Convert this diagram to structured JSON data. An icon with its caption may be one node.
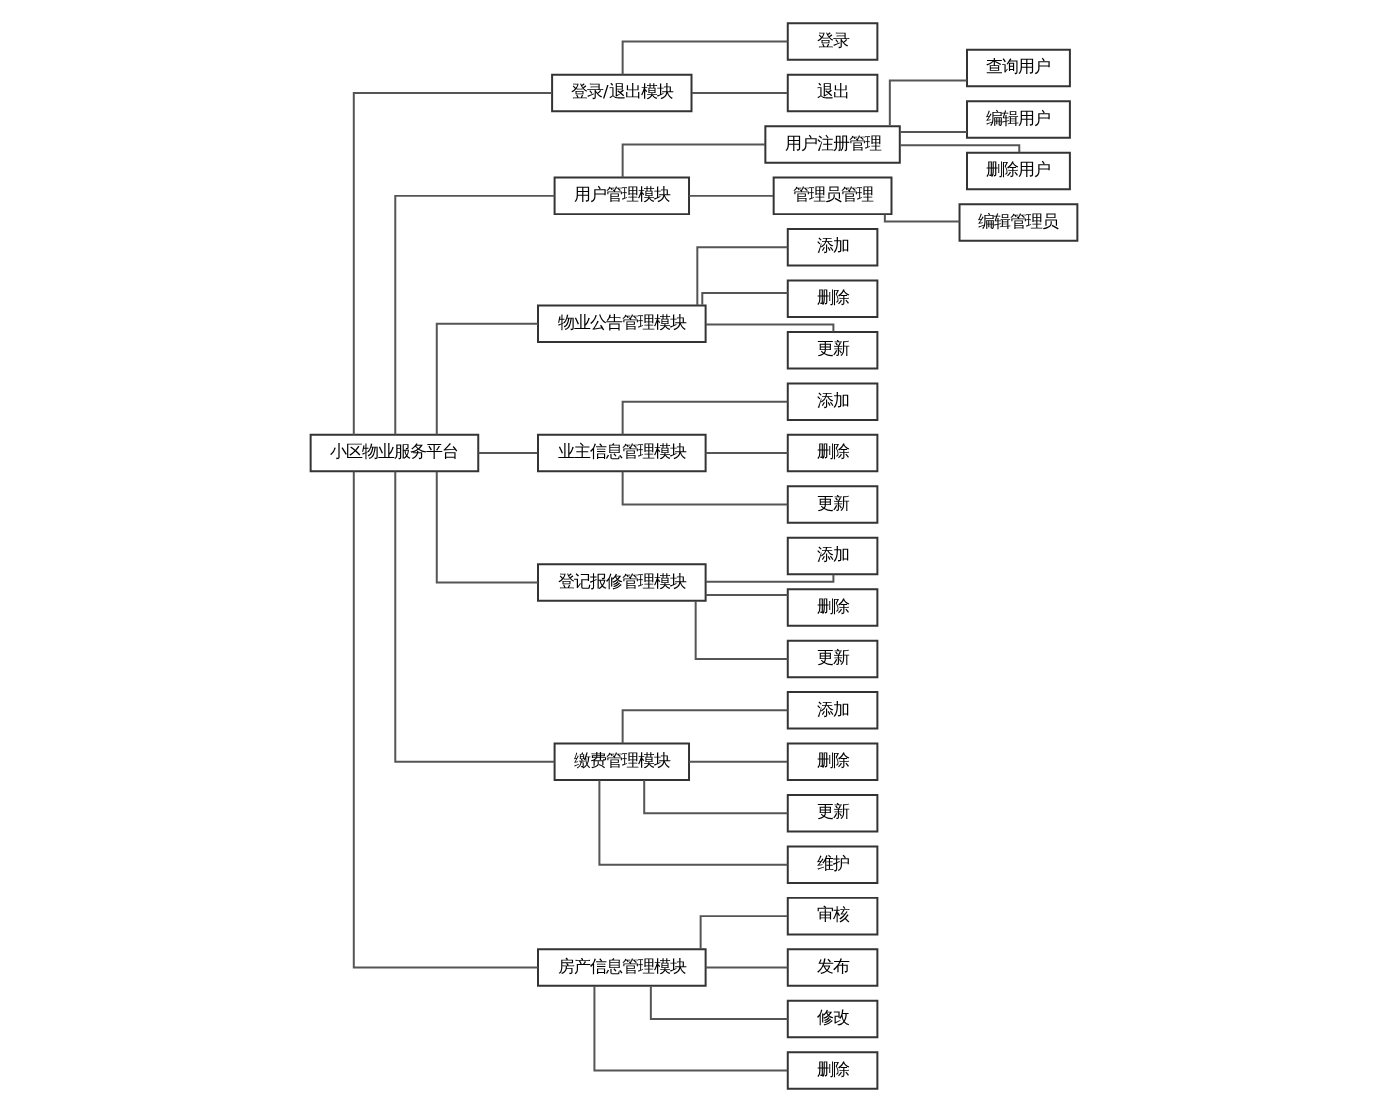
{
  "diagram": {
    "nodes": [
      {
        "text": [
          "小区物业服务平台"
        ]
      },
      {
        "text": [
          "登录/退出模块"
        ]
      },
      {
        "text": [
          "登录"
        ]
      },
      {
        "text": [
          "退出"
        ]
      },
      {
        "text": [
          "用户管理模块"
        ]
      },
      {
        "text": [
          "用户注册管理"
        ]
      },
      {
        "text": [
          "查询用户"
        ]
      },
      {
        "text": [
          "编辑用户"
        ]
      },
      {
        "text": [
          "删除用户"
        ]
      },
      {
        "text": [
          "管理员管理"
        ]
      },
      {
        "text": [
          "编辑管理员"
        ]
      },
      {
        "text": [
          "物业公告管理模块"
        ]
      },
      {
        "text": [
          "添加"
        ]
      },
      {
        "text": [
          "删除"
        ]
      },
      {
        "text": [
          "更新"
        ]
      },
      {
        "text": [
          "业主信息管理模块"
        ]
      },
      {
        "text": [
          "添加"
        ]
      },
      {
        "text": [
          "删除"
        ]
      },
      {
        "text": [
          "更新"
        ]
      },
      {
        "text": [
          "登记报修管理模块"
        ]
      },
      {
        "text": [
          "添加"
        ]
      },
      {
        "text": [
          "删除"
        ]
      },
      {
        "text": [
          "更新"
        ]
      },
      {
        "text": [
          "缴费管理模块"
        ]
      },
      {
        "text": [
          "添加"
        ]
      },
      {
        "text": [
          "删除"
        ]
      },
      {
        "text": [
          "更新"
        ]
      },
      {
        "text": [
          "维护"
        ]
      },
      {
        "text": [
          "房产信息管理模块"
        ]
      },
      {
        "text": [
          "审核"
        ]
      },
      {
        "text": [
          "发布"
        ]
      },
      {
        "text": [
          "修改"
        ]
      },
      {
        "text": [
          "删除"
        ]
      }
    ],
    "edges": [
      {
        "from": 0,
        "to": 1,
        "arrow": "none"
      },
      {
        "from": 1,
        "to": 2,
        "arrow": "none"
      },
      {
        "from": 1,
        "to": 3,
        "arrow": "none"
      },
      {
        "from": 0,
        "to": 4,
        "arrow": "none"
      },
      {
        "from": 4,
        "to": 5,
        "arrow": "none"
      },
      {
        "from": 5,
        "to": 6,
        "arrow": "none"
      },
      {
        "from": 5,
        "to": 7,
        "arrow": "none"
      },
      {
        "from": 5,
        "to": 8,
        "arrow": "none"
      },
      {
        "from": 4,
        "to": 9,
        "arrow": "none"
      },
      {
        "from": 9,
        "to": 10,
        "arrow": "none"
      },
      {
        "from": 0,
        "to": 11,
        "arrow": "none"
      },
      {
        "from": 11,
        "to": 12,
        "arrow": "none"
      },
      {
        "from": 11,
        "to": 13,
        "arrow": "none"
      },
      {
        "from": 11,
        "to": 14,
        "arrow": "none"
      },
      {
        "from": 0,
        "to": 15,
        "arrow": "none"
      },
      {
        "from": 15,
        "to": 16,
        "arrow": "none"
      },
      {
        "from": 15,
        "to": 17,
        "arrow": "none"
      },
      {
        "from": 15,
        "to": 18,
        "arrow": "none"
      },
      {
        "from": 0,
        "to": 19,
        "arrow": "none"
      },
      {
        "from": 19,
        "to": 20,
        "arrow": "none"
      },
      {
        "from": 19,
        "to": 21,
        "arrow": "none"
      },
      {
        "from": 19,
        "to": 22,
        "arrow": "none"
      },
      {
        "from": 0,
        "to": 23,
        "arrow": "none"
      },
      {
        "from": 23,
        "to": 24,
        "arrow": "none"
      },
      {
        "from": 23,
        "to": 25,
        "arrow": "none"
      },
      {
        "from": 23,
        "to": 26,
        "arrow": "none"
      },
      {
        "from": 23,
        "to": 27,
        "arrow": "none"
      },
      {
        "from": 0,
        "to": 28,
        "arrow": "none"
      },
      {
        "from": 28,
        "to": 29,
        "arrow": "none"
      },
      {
        "from": 28,
        "to": 30,
        "arrow": "none"
      },
      {
        "from": 28,
        "to": 31,
        "arrow": "none"
      },
      {
        "from": 28,
        "to": 32,
        "arrow": "none"
      }
    ]
  }
}
